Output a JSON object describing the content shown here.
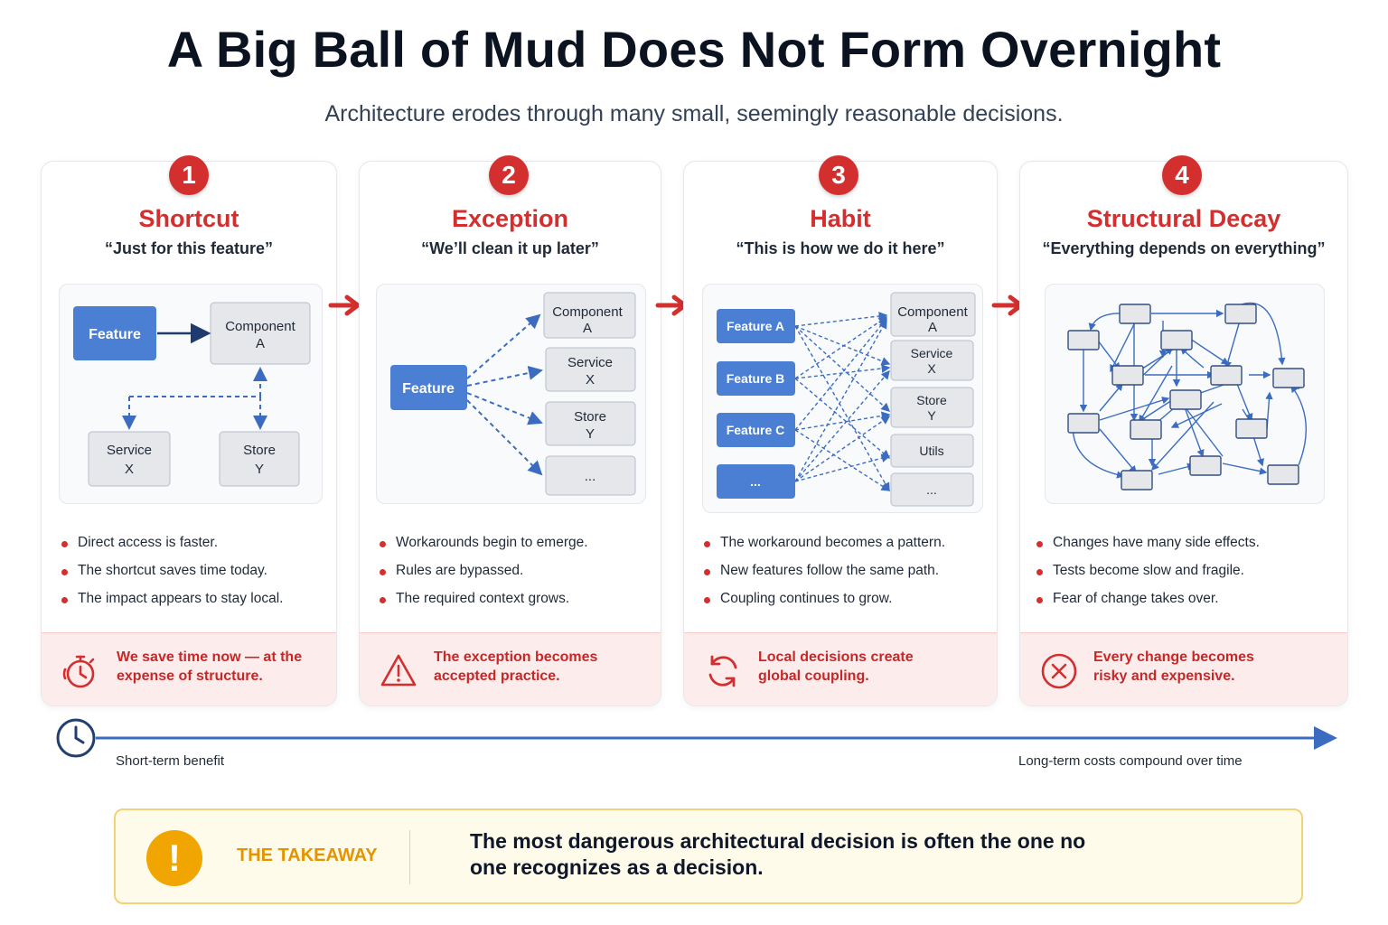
{
  "title": "A Big Ball of Mud Does Not Form Overnight",
  "subtitle": "Architecture erodes through many small, seemingly reasonable decisions.",
  "colors": {
    "accent_red": "#d32f2f",
    "node_blue": "#4a7fd4",
    "timeline_blue": "#3b6cc0",
    "takeaway_gold": "#f0a500"
  },
  "stages": [
    {
      "number": "1",
      "title": "Shortcut",
      "quote": "“Just for this feature”",
      "diagram": {
        "feature": "Feature",
        "component": "Component",
        "component_sub": "A",
        "service": "Service",
        "service_sub": "X",
        "store": "Store",
        "store_sub": "Y"
      },
      "bullets": [
        "Direct access is faster.",
        "The shortcut saves time today.",
        "The impact appears to stay local."
      ],
      "callout": [
        "We save time now — at the",
        "expense of structure."
      ],
      "callout_icon": "stopwatch-icon"
    },
    {
      "number": "2",
      "title": "Exception",
      "quote": "“We’ll clean it up later”",
      "diagram": {
        "feature": "Feature",
        "component": "Component",
        "component_sub": "A",
        "service": "Service",
        "service_sub": "X",
        "store": "Store",
        "store_sub": "Y",
        "more": "..."
      },
      "bullets": [
        "Workarounds begin to emerge.",
        "Rules are bypassed.",
        "The required context grows."
      ],
      "callout": [
        "The exception becomes",
        "accepted practice."
      ],
      "callout_icon": "warning-icon"
    },
    {
      "number": "3",
      "title": "Habit",
      "quote": "“This is how we do it here”",
      "diagram": {
        "feature_a": "Feature A",
        "feature_b": "Feature B",
        "feature_c": "Feature C",
        "feature_more": "...",
        "component": "Component",
        "component_sub": "A",
        "service": "Service",
        "service_sub": "X",
        "store": "Store",
        "store_sub": "Y",
        "utils": "Utils",
        "more": "..."
      },
      "bullets": [
        "The workaround becomes a pattern.",
        "New features follow the same path.",
        "Coupling continues to grow."
      ],
      "callout": [
        "Local decisions create",
        "global coupling."
      ],
      "callout_icon": "refresh-icon"
    },
    {
      "number": "4",
      "title": "Structural Decay",
      "quote": "“Everything depends on everything”",
      "bullets": [
        "Changes have many side effects.",
        "Tests become slow and fragile.",
        "Fear of change takes over."
      ],
      "callout": [
        "Every change becomes",
        "risky and expensive."
      ],
      "callout_icon": "x-circle-icon"
    }
  ],
  "timeline": {
    "start_label": "Short-term benefit",
    "end_label": "Long-term costs compound over time",
    "icon": "clock-icon"
  },
  "takeaway": {
    "label": "THE TAKEAWAY",
    "text": [
      "The most dangerous architectural decision is often the one no",
      "one recognizes as a decision."
    ],
    "icon": "exclamation-icon"
  }
}
